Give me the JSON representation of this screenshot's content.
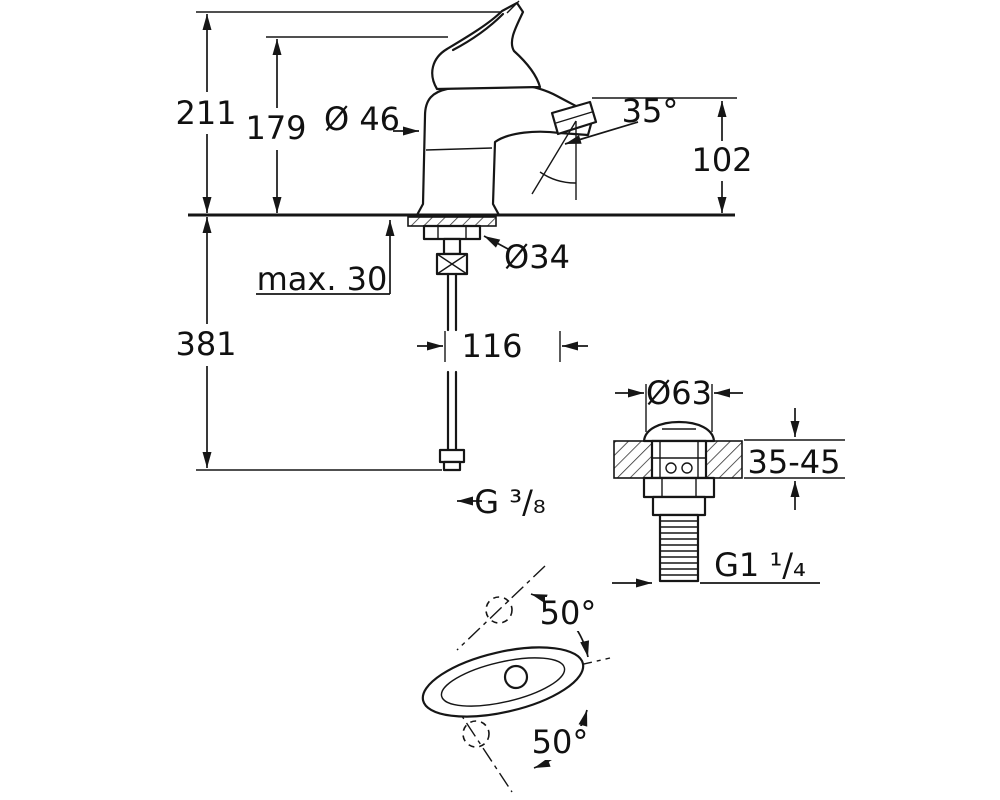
{
  "drawing": {
    "dimensions": {
      "total_height": "211",
      "height_to_deck": "179",
      "body_diameter": "Ø 46",
      "spout_angle": "35°",
      "spout_height": "102",
      "max_mounting_thickness": "max. 30",
      "hole_diameter": "Ø34",
      "hose_length": "381",
      "projection": "116",
      "drain_flange_diameter": "Ø63",
      "drain_mounting_range": "35-45",
      "supply_thread": "G ³/₈",
      "drain_thread": "G1 ¹/₄",
      "handle_swing_up": "50°",
      "handle_swing_down": "50°"
    },
    "colors": {
      "background": "#ffffff",
      "line": "#161616"
    }
  }
}
